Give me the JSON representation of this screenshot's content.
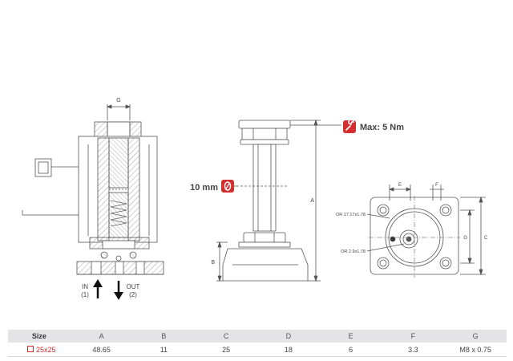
{
  "labels": {
    "dim_g_top": "G",
    "in_label": "IN",
    "in_num": "(1)",
    "out_label": "OUT",
    "out_num": "(2)",
    "max_torque": "Max: 5 Nm",
    "wrench_size": "10 mm",
    "dim_a": "A",
    "dim_b": "B",
    "dim_e": "E",
    "dim_f": "F",
    "dim_g_right": "G",
    "dim_c": "C",
    "or_large": "OR 17.17x1.78",
    "or_small": "OR 2.9x1.78"
  },
  "colors": {
    "accent": "#d32f2f",
    "line": "#555555",
    "hatch": "#9a9a9a"
  },
  "icons": {
    "torque": "wrench-icon",
    "wrench": "zero-icon"
  },
  "table": {
    "headers": [
      "Size",
      "A",
      "B",
      "C",
      "D",
      "E",
      "F",
      "G"
    ],
    "row": [
      "25x25",
      "48.65",
      "11",
      "25",
      "18",
      "6",
      "3.3",
      "M8 x 0.75"
    ]
  }
}
